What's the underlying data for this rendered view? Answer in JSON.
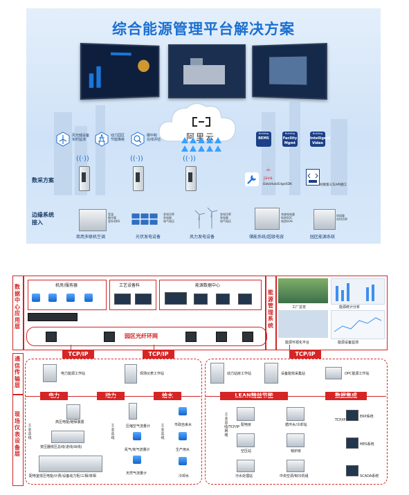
{
  "top": {
    "title": "综合能源管理平台解决方案",
    "cloud_label": "阿里云",
    "icon_groups": [
      {
        "icon": "wind-turbine-icon",
        "text": "风光储设备\n实时监测"
      },
      {
        "icon": "power-grid-icon",
        "text": "动力园区\n节能降耗"
      },
      {
        "icon": "search-icon",
        "text": "碳中和\n在线评估"
      }
    ],
    "systems": [
      {
        "top": "Building",
        "main": "BEMS"
      },
      {
        "top": "Building",
        "main": "Facility\nMgmt"
      },
      {
        "top": "Building",
        "main": "Intelligent\nVideo"
      }
    ],
    "section_data": "数采方案",
    "section_edge": "边缘系统\n接入",
    "java_label": "DataHub/EdgeSDK",
    "api_label": "对接第三方API接口",
    "edge_devices": [
      {
        "caption": "商用多联机空调",
        "notes": "室温\n制冷量\n室外机KS"
      },
      {
        "caption": "光伏发电设备",
        "notes": "发电功率\n发电量\n电气电压"
      },
      {
        "caption": "风力发电设备",
        "notes": "发电功率\n发电量\n电气电压"
      },
      {
        "caption": "储能系统/超级电容",
        "notes": "充放电电量\n电池SOC\n电池SOH"
      },
      {
        "caption": "园区能源系统",
        "notes": "机组量\n实时功率"
      }
    ]
  },
  "bottom": {
    "side_labels": {
      "app": "数据中心应用层",
      "comm": "通信传输层",
      "field": "现场仪表设备层",
      "energy": "能源管理系统"
    },
    "dc_groups": [
      {
        "title": "机房/服务器"
      },
      {
        "title": "工艺设备料"
      },
      {
        "title": "能源数据中心"
      }
    ],
    "ring_label": "园区光纤环网",
    "right_panel": [
      "工厂总览",
      "能源统计分析",
      "能源可视化平台",
      "能源设备监测"
    ],
    "tcp": [
      "TCP/IP",
      "TCP/IP",
      "TCP/IP"
    ],
    "comm_items": [
      "电力能源工作站",
      "现场仪表工作站",
      "动力站房工作站",
      "设备能效采集站",
      "OPC能源工作站"
    ],
    "field_heads": [
      "电力",
      "动力",
      "给水",
      "LEAN精益节能",
      "数据集成"
    ],
    "bus_labels": [
      "工业总线",
      "工业总线",
      "工业总线",
      "工业总线/TCP/IP网络",
      "TCP/IP"
    ],
    "power_items": [
      "高压电能/继保装置",
      "变压器低压总线(进线/出线)",
      "配电室低压电能/计费/设备动力柜/三相/单相"
    ],
    "dyn_items": [
      "压缩空气流量计",
      "氮气/氧气流量计",
      "天然气流量计"
    ],
    "water_items": [
      "市政自来水",
      "生产用水",
      "冷却水"
    ],
    "lean_left": [
      "配电房",
      "空压站",
      "污水处理站"
    ],
    "lean_mid": [
      "循环水/冷却站",
      "锅炉房",
      "中央空调/制冷机组"
    ],
    "data_items": [
      "ERP系统",
      "MES系统",
      "SCADA系统"
    ]
  }
}
